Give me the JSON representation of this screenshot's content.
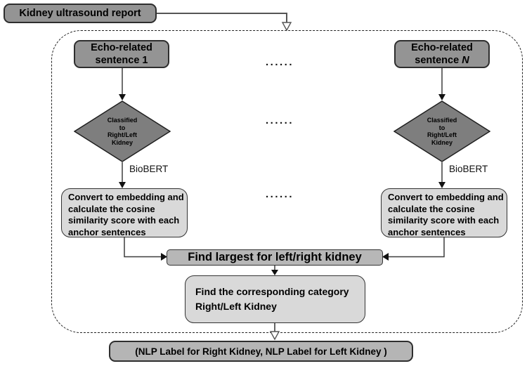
{
  "colors": {
    "node_dark": "#949494",
    "node_medium": "#b7b7b7",
    "node_light": "#d9d9d9",
    "diamond_fill": "#7e7e7e",
    "line": "#3d3d3d"
  },
  "diagram": {
    "report_box": {
      "label": "Kidney ultrasound report"
    },
    "ellipsis": "......",
    "left_branch": {
      "sentence_line1": "Echo-related",
      "sentence_line2": "sentence 1",
      "diamond_lines": [
        "Classified",
        "to",
        "Right/Left",
        "Kidney"
      ],
      "edge_label": "BioBERT",
      "convert_lines": [
        "Convert to embedding and",
        "calculate the cosine",
        "similarity score with each",
        "anchor sentences"
      ]
    },
    "right_branch": {
      "sentence_line1": "Echo-related",
      "sentence_line2_prefix": "sentence ",
      "sentence_line2_n": "N",
      "diamond_lines": [
        "Classified",
        "to",
        "Right/Left",
        "Kidney"
      ],
      "edge_label": "BioBERT",
      "convert_lines": [
        "Convert to embedding and",
        "calculate the cosine",
        "similarity score with each",
        "anchor sentences"
      ]
    },
    "find_largest_box": {
      "label": "Find largest for left/right kidney"
    },
    "category_box": {
      "line1": "Find the corresponding category",
      "line2": "Right/Left Kidney"
    },
    "output_box": {
      "label": "(NLP Label for Right Kidney, NLP Label for Left Kidney )"
    }
  }
}
